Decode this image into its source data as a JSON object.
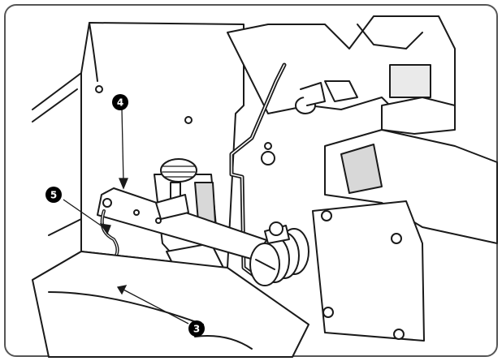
{
  "figure": {
    "callouts": [
      {
        "id": "callout-3",
        "label": "3"
      },
      {
        "id": "callout-4",
        "label": "4"
      },
      {
        "id": "callout-5",
        "label": "5"
      }
    ]
  },
  "colors": {
    "line": "#1a1a1a",
    "fill": "#ffffff",
    "shade": "#d8d8d8",
    "badge": "#000000"
  }
}
